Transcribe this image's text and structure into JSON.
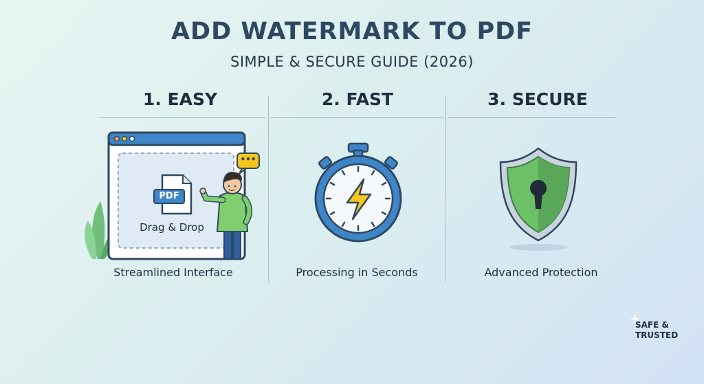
{
  "header": {
    "title": "ADD WATERMARK TO PDF",
    "subtitle": "SIMPLE & SECURE GUIDE (2026)"
  },
  "columns": [
    {
      "heading": "1. EASY",
      "caption": "Streamlined Interface",
      "file_label": "PDF",
      "drop_label": "Drag & Drop",
      "speech_bubble": "•••"
    },
    {
      "heading": "2. FAST",
      "caption": "Processing in Seconds"
    },
    {
      "heading": "3. SECURE",
      "caption": "Advanced Protection"
    }
  ],
  "badge": {
    "line1": "SAFE &",
    "line2": "TRUSTED"
  },
  "colors": {
    "title": "#2f4862",
    "accent_blue": "#3f86c8",
    "shield_green": "#6cc167",
    "bolt_yellow": "#f5c51c",
    "plant_green": "#6fbf7a"
  }
}
